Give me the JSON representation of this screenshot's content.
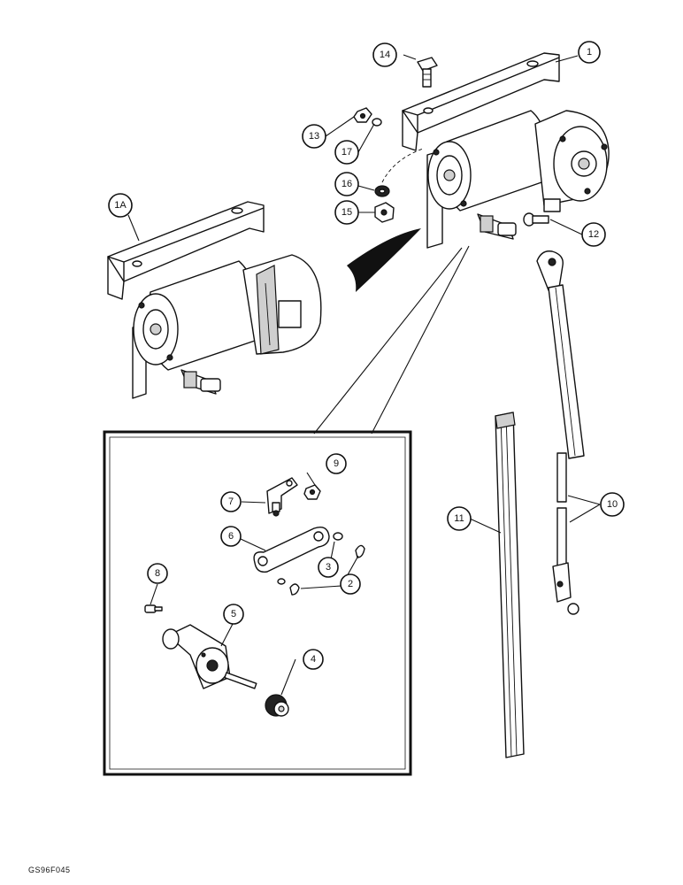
{
  "figure_id": "GS96F045",
  "callouts": [
    {
      "id": "c1",
      "label": "1"
    },
    {
      "id": "c1a",
      "label": "1A"
    },
    {
      "id": "c2",
      "label": "2"
    },
    {
      "id": "c3",
      "label": "3"
    },
    {
      "id": "c4",
      "label": "4"
    },
    {
      "id": "c5",
      "label": "5"
    },
    {
      "id": "c6",
      "label": "6"
    },
    {
      "id": "c7",
      "label": "7"
    },
    {
      "id": "c8",
      "label": "8"
    },
    {
      "id": "c9",
      "label": "9"
    },
    {
      "id": "c10",
      "label": "10"
    },
    {
      "id": "c11",
      "label": "11"
    },
    {
      "id": "c12",
      "label": "12"
    },
    {
      "id": "c13",
      "label": "13"
    },
    {
      "id": "c14",
      "label": "14"
    },
    {
      "id": "c15",
      "label": "15"
    },
    {
      "id": "c16",
      "label": "16"
    },
    {
      "id": "c17",
      "label": "17"
    }
  ]
}
